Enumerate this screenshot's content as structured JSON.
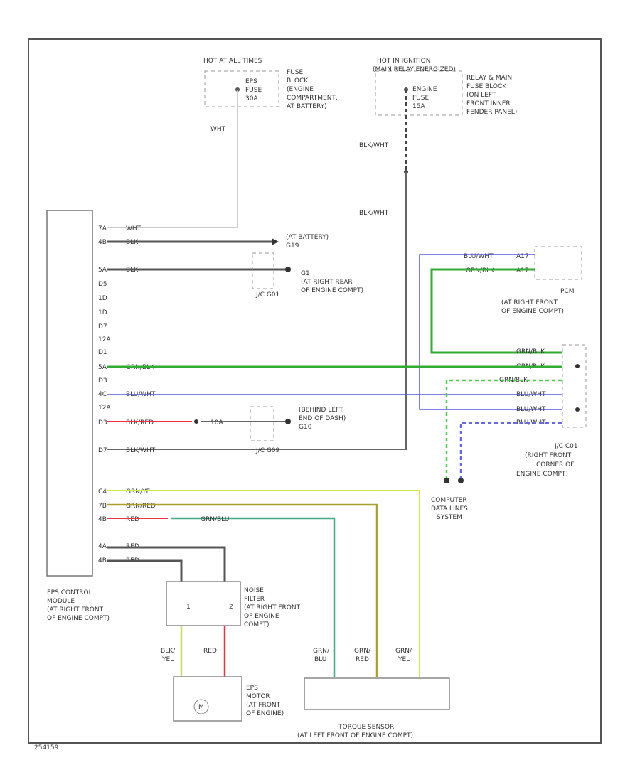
{
  "labels": {
    "hot_at_all_times": "HOT AT ALL TIMES",
    "hot_in_ignition": "HOT IN IGNITION",
    "relay_energized": "(MAIN RELAY ENERGIZED)",
    "eps_fuse": "EPS",
    "eps_fuse2": "FUSE",
    "eps_fuse_amp": "30A",
    "fuse_block_1": "FUSE",
    "fuse_block_2": "BLOCK",
    "fuse_block_3": "(ENGINE",
    "fuse_block_4": "COMPARTMENT,",
    "fuse_block_5": "AT BATTERY)",
    "engine_fuse_1": "ENGINE",
    "engine_fuse_2": "FUSE",
    "engine_fuse_3": "15A",
    "relay_box_1": "RELAY & MAIN",
    "relay_box_2": "FUSE BLOCK",
    "relay_box_3": "(ON LEFT",
    "relay_box_4": "FRONT INNER",
    "relay_box_5": "FENDER PANEL)",
    "wht_top": "WHT",
    "blk_wht_1": "BLK/WHT",
    "blk_wht_2": "BLK/WHT",
    "at_battery": "(AT BATTERY)",
    "g19": "G19",
    "g1": "G1",
    "g1_loc1": "(AT RIGHT REAR",
    "g1_loc2": "OF ENGINE COMPT)",
    "jc_g01": "J/C G01",
    "pcm": "PCM",
    "pcm_loc1": "(AT RIGHT FRONT",
    "pcm_loc2": "OF ENGINE COMPT)",
    "g10_1": "(BEHIND LEFT",
    "g10_2": "END OF DASH)",
    "g10_3": "G10",
    "jc_g09": "J/C G09",
    "fuse_10a": "10A",
    "jc_c01": "J/C C01",
    "jc_c01_1": "(RIGHT FRONT",
    "jc_c01_2": "CORNER OF",
    "jc_c01_3": "ENGINE COMPT)",
    "cdl_1": "COMPUTER",
    "cdl_2": "DATA LINES",
    "cdl_3": "SYSTEM",
    "ecm_1": "EPS CONTROL",
    "ecm_2": "MODULE",
    "ecm_3": "(AT RIGHT FRONT",
    "ecm_4": "OF ENGINE COMPT)",
    "nf_1": "NOISE",
    "nf_2": "FILTER",
    "nf_3": "(AT RIGHT FRONT",
    "nf_4": "OF ENGINE",
    "nf_5": "COMPT)",
    "motor_1": "EPS",
    "motor_2": "MOTOR",
    "motor_3": "(AT FRONT",
    "motor_4": "OF ENGINE)",
    "motor_m": "M",
    "ts_1": "TORQUE SENSOR",
    "ts_2": "(AT LEFT FRONT OF ENGINE COMPT)",
    "nf_pin1": "1",
    "nf_pin2": "2",
    "blk_yel_1": "BLK/",
    "blk_yel_2": "YEL",
    "red_motor": "RED",
    "grn_blu_1": "GRN/",
    "grn_blu_2": "BLU",
    "grn_red_1": "GRN/",
    "grn_red_2": "RED",
    "grn_yel_1": "GRN/",
    "grn_yel_2": "YEL",
    "jc_grn_blk_1": "GRN/BLK",
    "jc_grn_blk_2": "GRN/BLK",
    "jc_grn_blk_3": "GRN/BLK",
    "jc_blu_wht_1": "BLU/WHT",
    "jc_blu_wht_2": "BLU/WHT",
    "jc_blu_wht_3": "BLU/WHT",
    "pcm_blu_wht": "BLU/WHT",
    "pcm_grn_blk": "GRN/BLK",
    "pcm_pin1": "A17",
    "pcm_pin2": "A17",
    "grn_blu_module": "GRN/BLU",
    "footer_code": "254159"
  },
  "pins": [
    {
      "pin": "7A",
      "wire": "WHT"
    },
    {
      "pin": "4B",
      "wire": "BLK"
    },
    {
      "pin": "5A",
      "wire": "BLK"
    },
    {
      "pin": "D5",
      "wire": ""
    },
    {
      "pin": "1D",
      "wire": ""
    },
    {
      "pin": "1D",
      "wire": ""
    },
    {
      "pin": "D7",
      "wire": ""
    },
    {
      "pin": "12A",
      "wire": ""
    },
    {
      "pin": "D1",
      "wire": ""
    },
    {
      "pin": "5A",
      "wire": "GRN/BLK"
    },
    {
      "pin": "D3",
      "wire": ""
    },
    {
      "pin": "4C",
      "wire": "BLU/WHT"
    },
    {
      "pin": "12A",
      "wire": ""
    },
    {
      "pin": "D3",
      "wire": "BLK/RED"
    },
    {
      "pin": "D7",
      "wire": "BLK/WHT"
    }
  ],
  "pins_bottom": [
    {
      "pin": "C4",
      "wire": "GRN/YEL"
    },
    {
      "pin": "7B",
      "wire": "GRN/RED"
    },
    {
      "pin": "4B",
      "wire": "RED"
    },
    {
      "pin": "4A",
      "wire": "RED"
    },
    {
      "pin": "4B",
      "wire": "RED"
    }
  ],
  "colors": {
    "black": "#444444",
    "white": "#cccccc",
    "green": "#33aa33",
    "blue": "#5555ee",
    "red": "#ee3344",
    "yellow": "#ccee44",
    "olive": "#aaa030",
    "teal": "#44aa88"
  }
}
